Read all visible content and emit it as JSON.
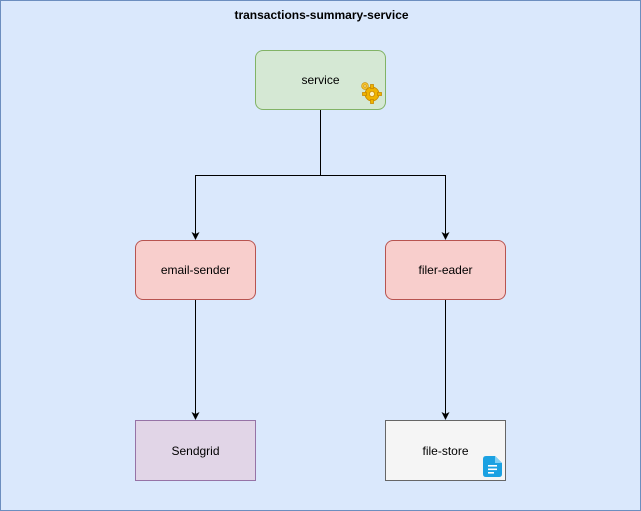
{
  "diagram": {
    "title": "transactions-summary-service",
    "nodes": {
      "service": {
        "label": "service",
        "icon": "gear-icon"
      },
      "email_sender": {
        "label": "email-sender"
      },
      "file_reader": {
        "label": "filer-eader"
      },
      "sendgrid": {
        "label": "Sendgrid"
      },
      "file_store": {
        "label": "file-store",
        "icon": "document-icon"
      }
    },
    "edges": [
      {
        "from": "service",
        "to": "email-sender"
      },
      {
        "from": "service",
        "to": "filer-eader"
      },
      {
        "from": "email-sender",
        "to": "Sendgrid"
      },
      {
        "from": "filer-eader",
        "to": "file-store"
      }
    ]
  },
  "colors": {
    "container_fill": "#dae8fc",
    "service_fill": "#d5e8d4",
    "sender_fill": "#f8cecc",
    "sendgrid_fill": "#e1d5e7",
    "store_fill": "#f5f5f5",
    "doc_icon": "#1ba1e2"
  }
}
